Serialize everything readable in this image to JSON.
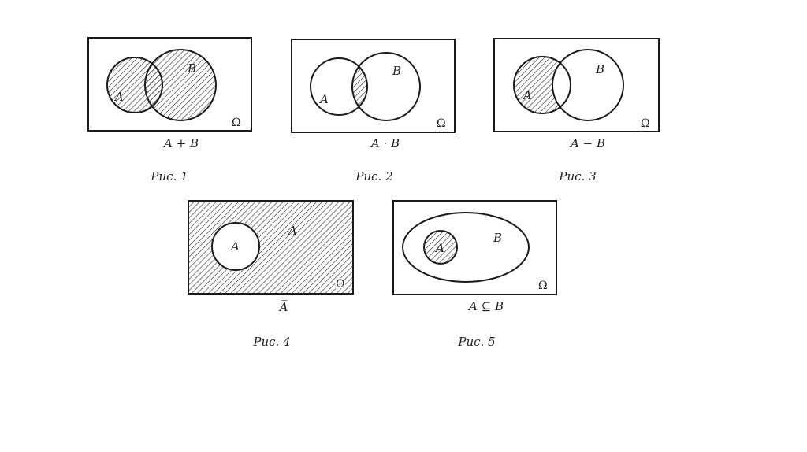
{
  "figures": [
    {
      "set_a": "A",
      "set_b": "B",
      "universe": "Ω",
      "expression": "A + B",
      "caption": "Рис. 1",
      "shaded": "union"
    },
    {
      "set_a": "A",
      "set_b": "B",
      "universe": "Ω",
      "expression": "A · B",
      "caption": "Рис. 2",
      "shaded": "intersection"
    },
    {
      "set_a": "A",
      "set_b": "B",
      "universe": "Ω",
      "expression": "A − B",
      "caption": "Рис. 3",
      "shaded": "difference"
    },
    {
      "set_a": "A",
      "complement": "A̅",
      "universe": "Ω",
      "expression": "A̅",
      "caption": "Рис. 4",
      "shaded": "complement"
    },
    {
      "set_a": "A",
      "set_b": "B",
      "universe": "Ω",
      "expression": "A ⊆ B",
      "caption": "Рис. 5",
      "shaded": "subset"
    }
  ]
}
